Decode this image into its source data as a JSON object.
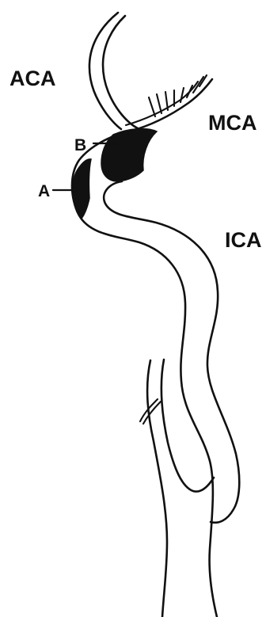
{
  "labels": {
    "aca": "ACA",
    "mca": "MCA",
    "ica": "ICA",
    "a": "A",
    "b": "B"
  }
}
